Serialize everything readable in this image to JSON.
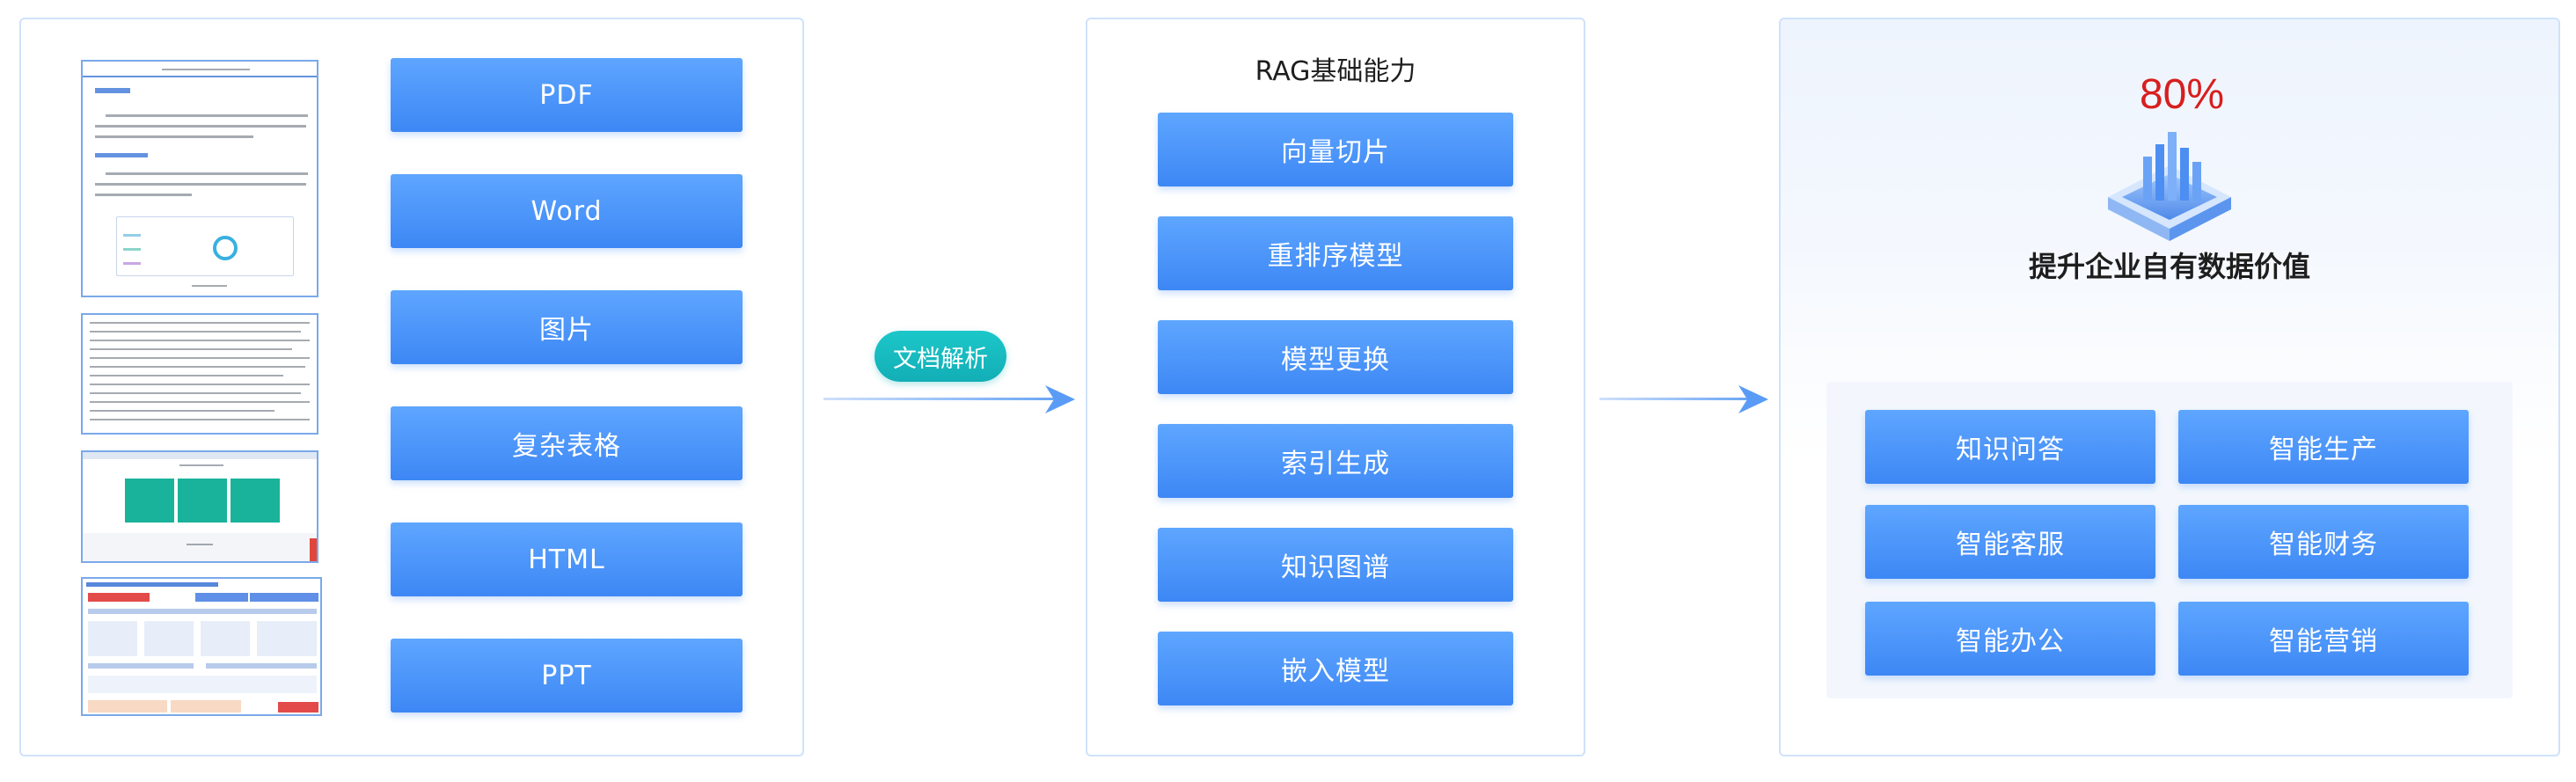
{
  "formats": [
    "PDF",
    "Word",
    "图片",
    "复杂表格",
    "HTML",
    "PPT"
  ],
  "parse_label": "文档解析",
  "rag": {
    "title": "RAG基础能力",
    "items": [
      "向量切片",
      "重排序模型",
      "模型更换",
      "索引生成",
      "知识图谱",
      "嵌入模型"
    ]
  },
  "value": {
    "percent": "80%",
    "subtitle": "提升企业自有数据价值"
  },
  "applications": [
    "知识问答",
    "智能生产",
    "智能客服",
    "智能财务",
    "智能办公",
    "智能营销"
  ],
  "colors": {
    "button_blue": "#4a95fb",
    "badge_teal": "#17bcc1",
    "percent_red": "#d81e1e",
    "panel_border": "#cfe2fb"
  },
  "icons": [
    "document-thumbnail-icon",
    "arrow-right-icon",
    "data-chart-icon"
  ]
}
